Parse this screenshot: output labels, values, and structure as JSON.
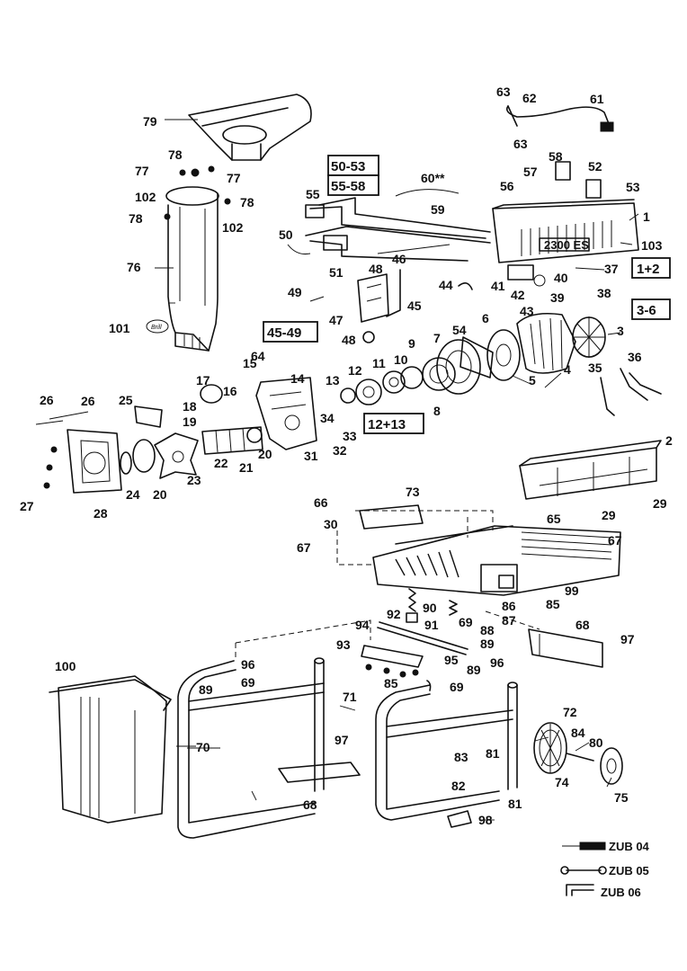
{
  "diagram": {
    "part_numbers": {
      "p1": "1",
      "p2": "2",
      "p3": "3",
      "p4": "4",
      "p5": "5",
      "p6": "6",
      "p7": "7",
      "p8": "8",
      "p9": "9",
      "p10": "10",
      "p11": "11",
      "p12": "12",
      "p13": "13",
      "p14": "14",
      "p15": "15",
      "p16": "16",
      "p17": "17",
      "p18": "18",
      "p19": "19",
      "p20": "20",
      "p20b": "20",
      "p21": "21",
      "p22": "22",
      "p23": "23",
      "p24": "24",
      "p25": "25",
      "p26": "26",
      "p26b": "26",
      "p27": "27",
      "p28": "28",
      "p29": "29",
      "p29b": "29",
      "p30": "30",
      "p31": "31",
      "p32": "32",
      "p33": "33",
      "p34": "34",
      "p35": "35",
      "p36": "36",
      "p37": "37",
      "p38": "38",
      "p39": "39",
      "p40": "40",
      "p41": "41",
      "p42": "42",
      "p43": "43",
      "p44": "44",
      "p45": "45",
      "p46": "46",
      "p47": "47",
      "p48": "48",
      "p48b": "48",
      "p49": "49",
      "p50": "50",
      "p51": "51",
      "p52": "52",
      "p53": "53",
      "p54": "54",
      "p55": "55",
      "p56": "56",
      "p57": "57",
      "p58": "58",
      "p59": "59",
      "p60": "60**",
      "p61": "61",
      "p62": "62",
      "p63": "63",
      "p63b": "63",
      "p64": "64",
      "p65": "65",
      "p66": "66",
      "p67": "67",
      "p67b": "67",
      "p68": "68",
      "p68b": "68",
      "p69": "69",
      "p69b": "69",
      "p69c": "69",
      "p70": "70",
      "p71": "71",
      "p72": "72",
      "p73": "73",
      "p74": "74",
      "p75": "75",
      "p76": "76",
      "p77": "77",
      "p77b": "77",
      "p78": "78",
      "p78b": "78",
      "p78c": "78",
      "p79": "79",
      "p80": "80",
      "p81": "81",
      "p81b": "81",
      "p82": "82",
      "p83": "83",
      "p84": "84",
      "p85": "85",
      "p85b": "85",
      "p86": "86",
      "p87": "87",
      "p88": "88",
      "p89": "89",
      "p89b": "89",
      "p89c": "89",
      "p90": "90",
      "p91": "91",
      "p92": "92",
      "p93": "93",
      "p94": "94",
      "p95": "95",
      "p96": "96",
      "p96b": "96",
      "p97": "97",
      "p97b": "97",
      "p98": "98",
      "p99": "99",
      "p100": "100",
      "p101": "101",
      "p102": "102",
      "p102b": "102",
      "p103": "103"
    },
    "group_labels": {
      "g5053": "50-53",
      "g5558": "55-58",
      "g12": "1+2",
      "g36": "3-6",
      "g4549": "45-49",
      "g1213": "12+13"
    },
    "accessories": {
      "zub04": "ZUB 04",
      "zub05": "ZUB 05",
      "zub06": "ZUB 06"
    },
    "motor_marking": "2300 ES",
    "brand_tag": "Brill"
  },
  "colors": {
    "ink": "#111111",
    "paper": "#ffffff"
  }
}
